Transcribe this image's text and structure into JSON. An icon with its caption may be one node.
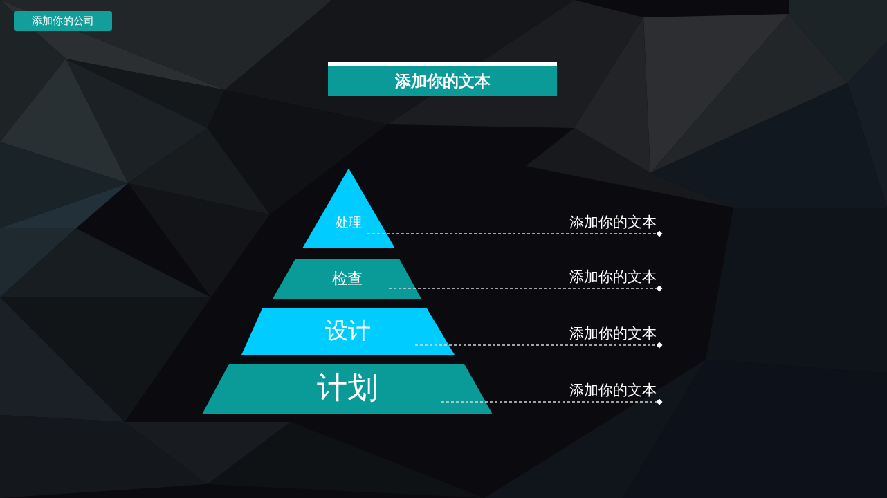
{
  "diagram": {
    "title": "添加你的文本",
    "nodes": [
      {
        "text": [
          "添加你的公司"
        ]
      },
      {
        "text": [
          "处理"
        ]
      },
      {
        "text": [
          "检查"
        ]
      },
      {
        "text": [
          "设计"
        ]
      },
      {
        "text": [
          "计划"
        ]
      },
      {
        "text": [
          "添加你的文本"
        ]
      },
      {
        "text": [
          "添加你的文本"
        ]
      },
      {
        "text": [
          "添加你的文本"
        ]
      },
      {
        "text": [
          "添加你的文本"
        ]
      }
    ],
    "edges": [
      {
        "from": 1,
        "to": 5,
        "arrow": "other",
        "style": "dashed"
      },
      {
        "from": 2,
        "to": 6,
        "arrow": "other",
        "style": "dashed"
      },
      {
        "from": 3,
        "to": 7,
        "arrow": "other",
        "style": "dashed"
      },
      {
        "from": 4,
        "to": 8,
        "arrow": "other",
        "style": "dashed"
      }
    ]
  }
}
